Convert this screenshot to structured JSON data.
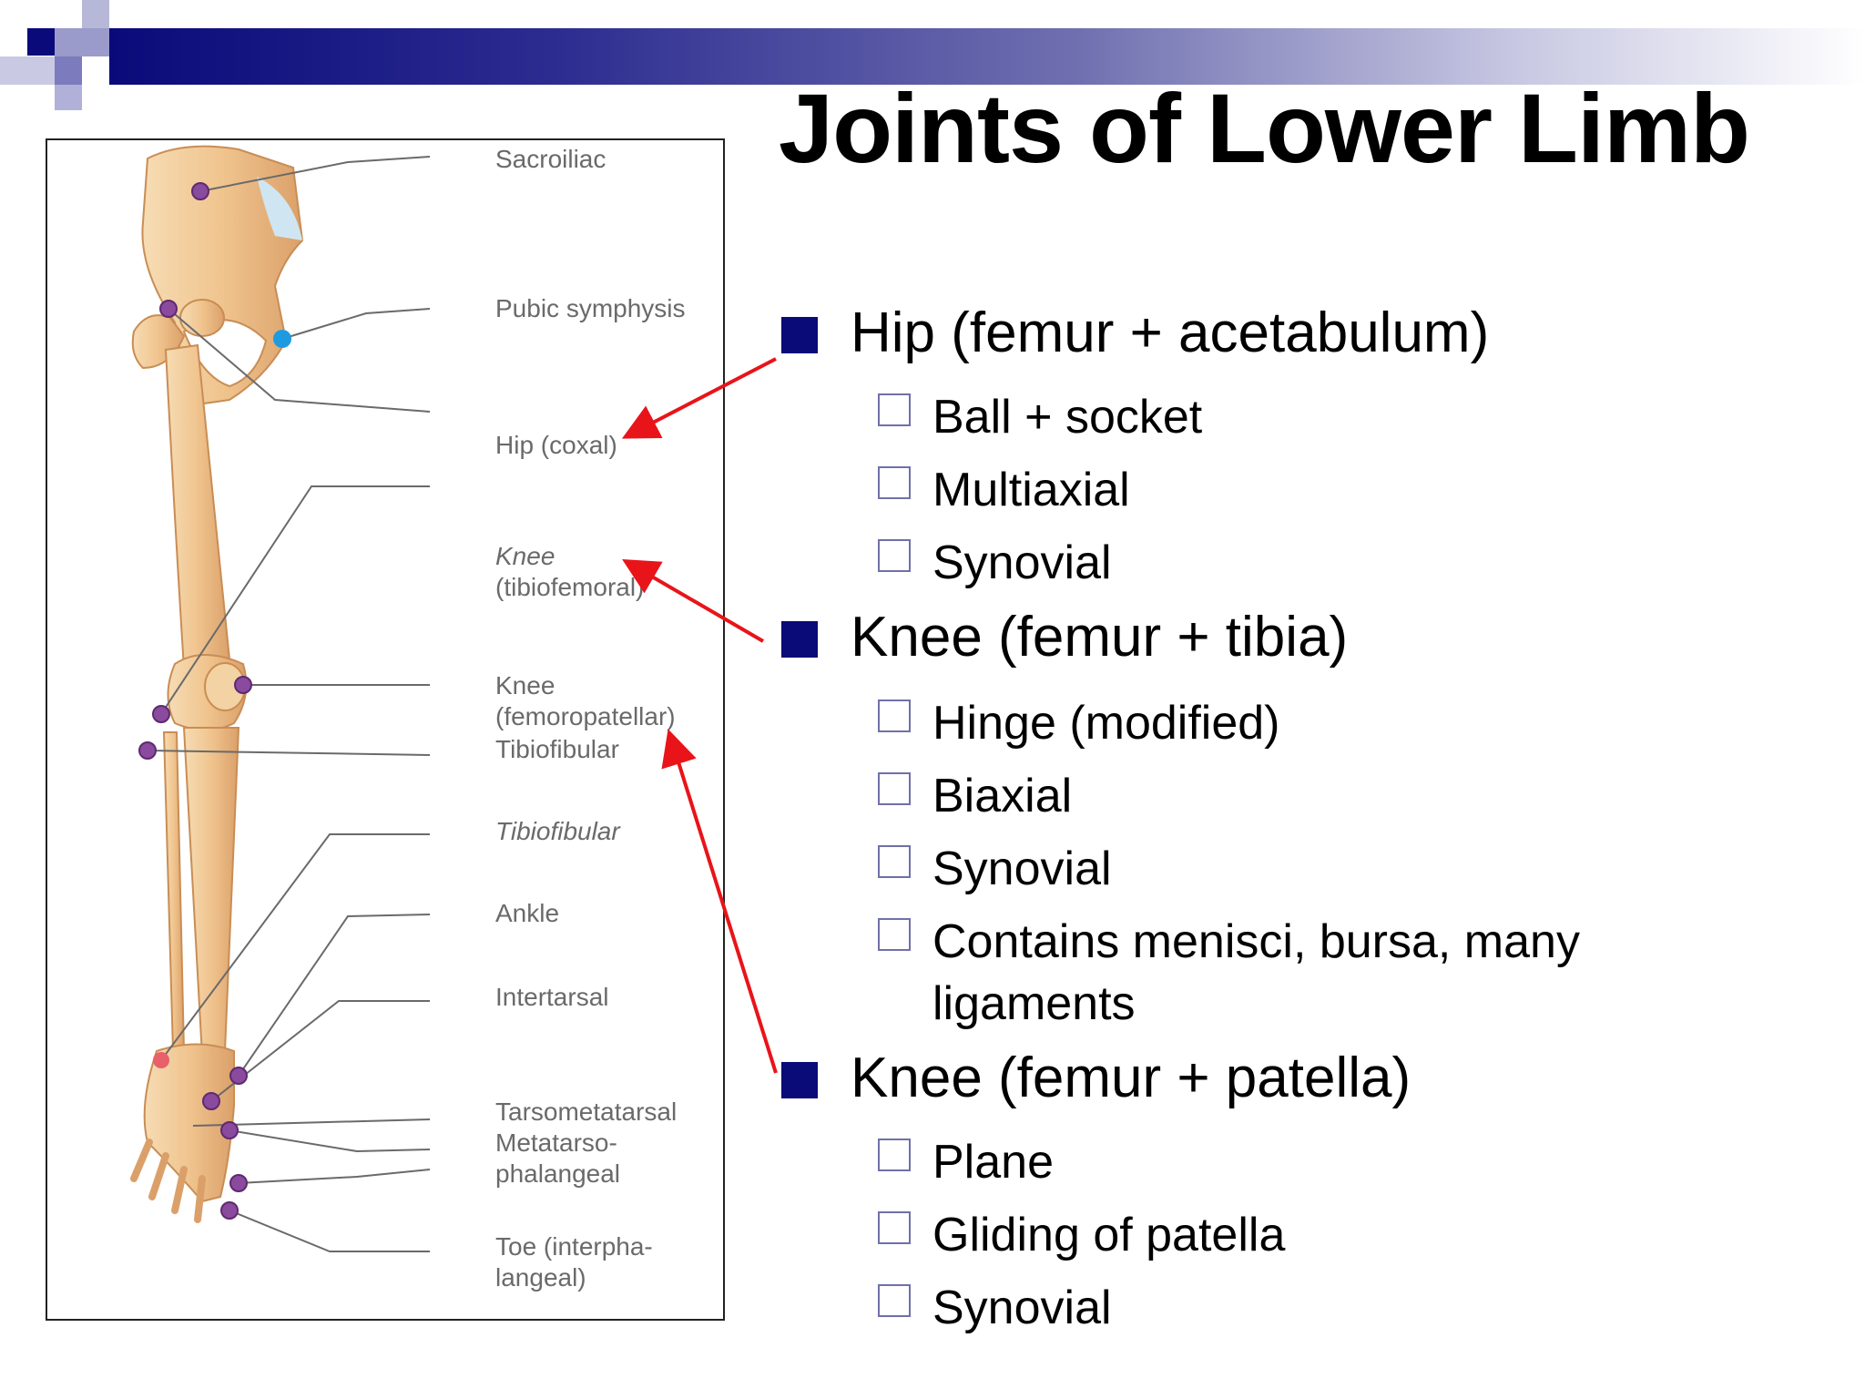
{
  "slide": {
    "title": "Joints of Lower Limb",
    "accent_color": "#0a0a7a",
    "arrow_color": "#e8141a"
  },
  "figure": {
    "labels": [
      {
        "text": "Sacroiliac",
        "italic": false
      },
      {
        "text": "Pubic symphysis",
        "italic": false
      },
      {
        "text": "Hip (coxal)",
        "italic": false
      },
      {
        "text": "Knee",
        "italic": true
      },
      {
        "text": "(tibiofemoral)",
        "italic": false
      },
      {
        "text": "Knee",
        "italic": false
      },
      {
        "text": "(femoropatellar)",
        "italic": false
      },
      {
        "text": "Tibiofibular",
        "italic": false
      },
      {
        "text": "Tibiofibular",
        "italic": true
      },
      {
        "text": "Ankle",
        "italic": false
      },
      {
        "text": "Intertarsal",
        "italic": false
      },
      {
        "text": "Tarsometatarsal",
        "italic": false
      },
      {
        "text": "Metatarso-",
        "italic": false
      },
      {
        "text": "phalangeal",
        "italic": false
      },
      {
        "text": "Toe (interpha-",
        "italic": false
      },
      {
        "text": "langeal)",
        "italic": false
      }
    ]
  },
  "bullets": [
    {
      "label": "Hip (femur + acetabulum)",
      "items": [
        "Ball + socket",
        "Multiaxial",
        "Synovial"
      ]
    },
    {
      "label": "Knee (femur + tibia)",
      "items": [
        "Hinge (modified)",
        "Biaxial",
        "Synovial",
        "Contains menisci, bursa, many",
        "ligaments"
      ]
    },
    {
      "label": "Knee (femur + patella)",
      "items": [
        "Plane",
        "Gliding of patella",
        "Synovial"
      ]
    }
  ]
}
